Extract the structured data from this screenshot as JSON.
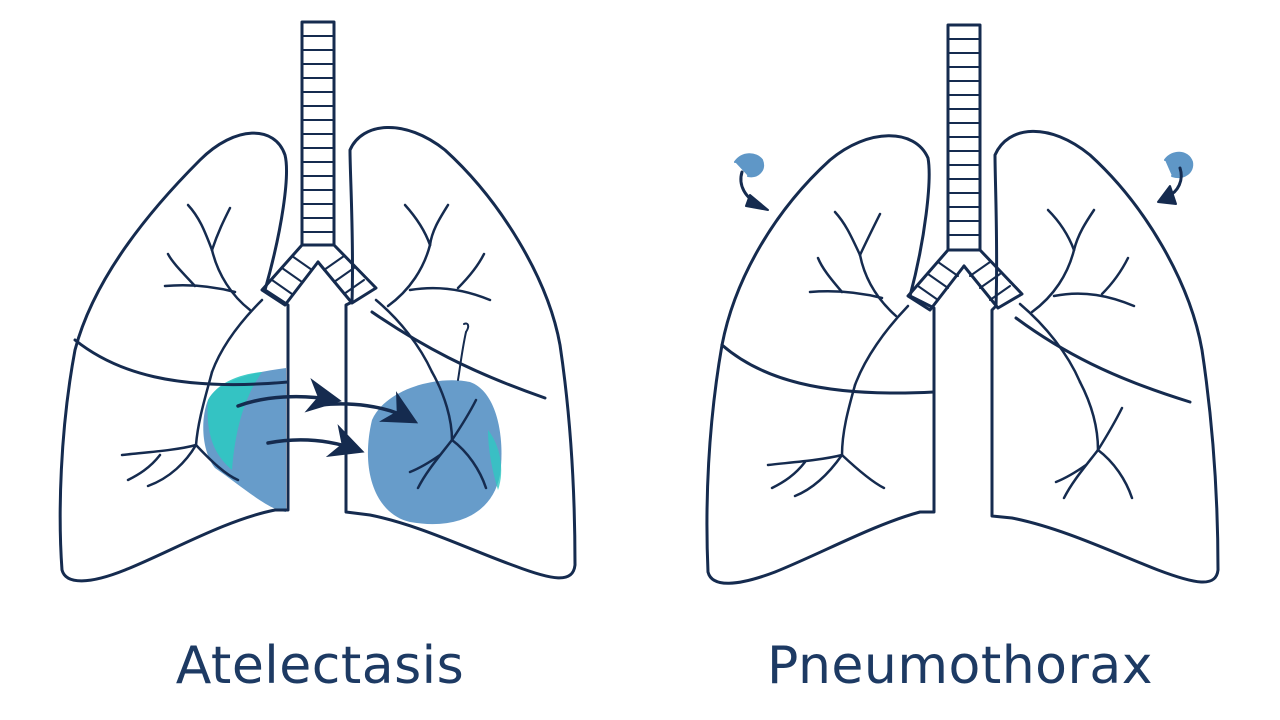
{
  "panels": [
    {
      "label": "Atelectasis"
    },
    {
      "label": "Pneumothorax"
    }
  ],
  "colors": {
    "outline": "#152b4f",
    "collapsed_fill": "#5f97c7",
    "accent_teal": "#2fc8c2",
    "caption": "#1d3a63",
    "background": "#ffffff"
  },
  "icons": [
    "lung-outline",
    "trachea",
    "bronchial-tree",
    "arrow-icon",
    "collapse-arrow-icon"
  ]
}
